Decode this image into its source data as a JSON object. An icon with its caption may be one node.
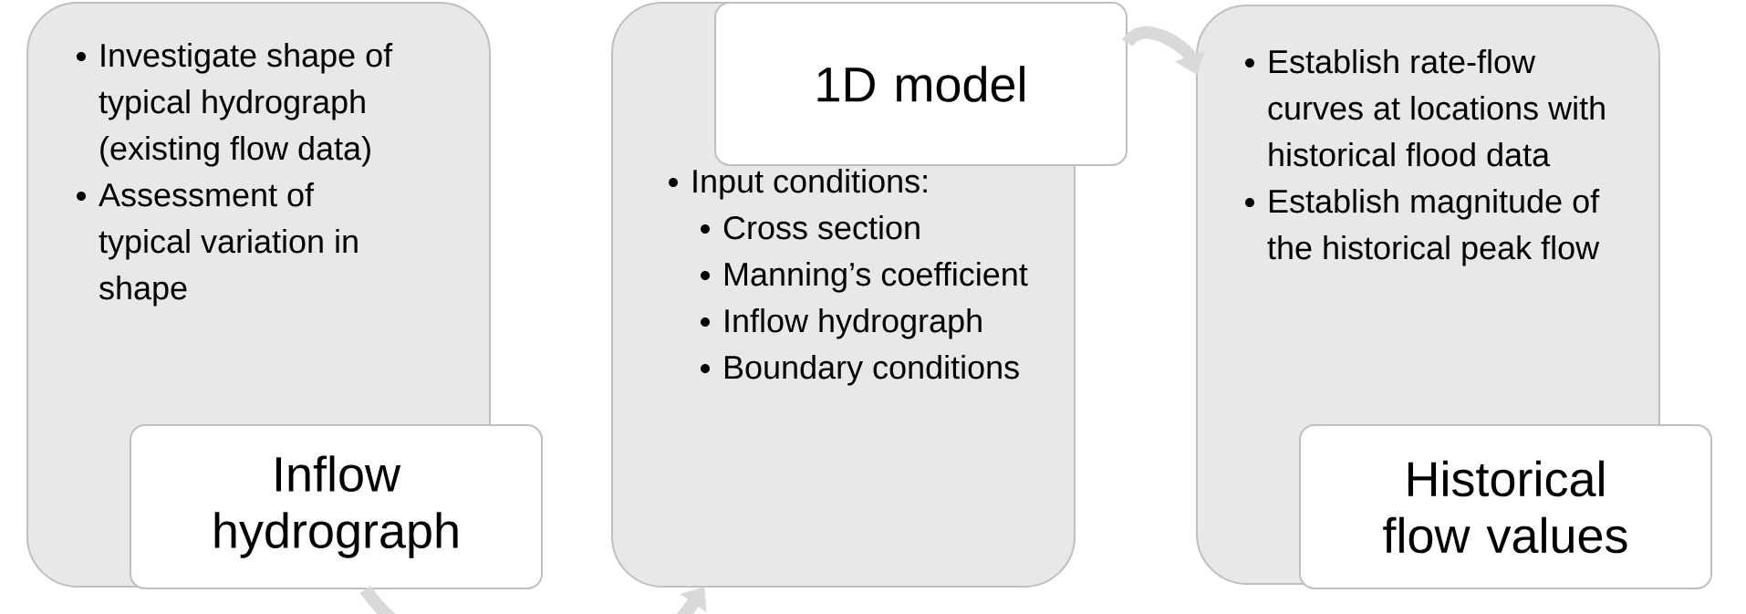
{
  "diagram": {
    "nodes": [
      {
        "text": [
          "Investigate shape of typical hydrograph (existing flow data)",
          "Assessment of typical variation in shape"
        ]
      },
      {
        "text": [
          "Inflow hydrograph"
        ]
      },
      {
        "text": [
          "1D model"
        ]
      },
      {
        "text": [
          "Input conditions:",
          "Cross section",
          "Manning’s coefficient",
          "Inflow hydrograph",
          "Boundary conditions"
        ]
      },
      {
        "text": [
          "Establish rate-flow curves at locations with historical flood data",
          "Establish magnitude of the historical peak flow"
        ]
      },
      {
        "text": [
          "Historical flow values"
        ]
      }
    ],
    "edges": [
      {
        "from": 1,
        "to": 3,
        "arrow": "to"
      },
      {
        "from": 2,
        "to": 4,
        "arrow": "to"
      }
    ]
  }
}
